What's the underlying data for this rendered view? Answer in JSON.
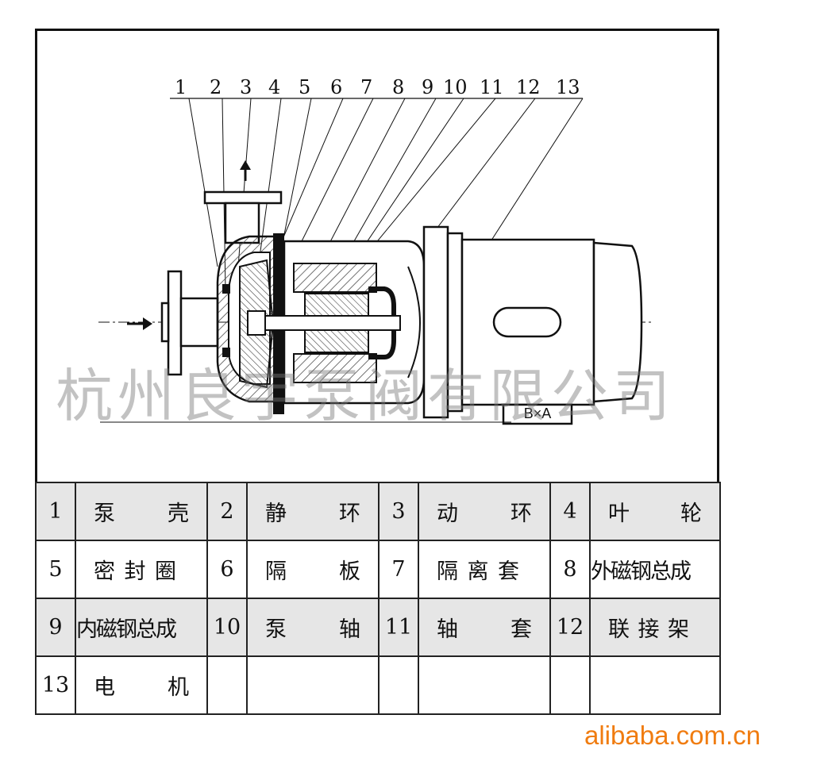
{
  "callout_numbers": [
    "1",
    "2",
    "3",
    "4",
    "5",
    "6",
    "7",
    "8",
    "9",
    "10",
    "11",
    "12",
    "13"
  ],
  "size_label": "B×A",
  "watermark": "杭州良宇泵阀有限公司",
  "parts_table": [
    [
      {
        "num": "1",
        "name": "泵 壳"
      },
      {
        "num": "2",
        "name": "静 环"
      },
      {
        "num": "3",
        "name": "动 环"
      },
      {
        "num": "4",
        "name": "叶 轮"
      }
    ],
    [
      {
        "num": "5",
        "name": "密封圈"
      },
      {
        "num": "6",
        "name": "隔 板"
      },
      {
        "num": "7",
        "name": "隔离套"
      },
      {
        "num": "8",
        "name": "外磁钢总成"
      }
    ],
    [
      {
        "num": "9",
        "name": "内磁钢总成"
      },
      {
        "num": "10",
        "name": "泵 轴"
      },
      {
        "num": "11",
        "name": "轴 套"
      },
      {
        "num": "12",
        "name": "联接架"
      }
    ],
    [
      {
        "num": "13",
        "name": "电 机"
      },
      {
        "num": "",
        "name": ""
      },
      {
        "num": "",
        "name": ""
      },
      {
        "num": "",
        "name": ""
      }
    ]
  ],
  "footer_logo": "alibaba.com.cn",
  "colors": {
    "line": "#111111",
    "hatch": "#444444",
    "table_shade": "#e6e6e6",
    "logo": "#f07c10"
  }
}
